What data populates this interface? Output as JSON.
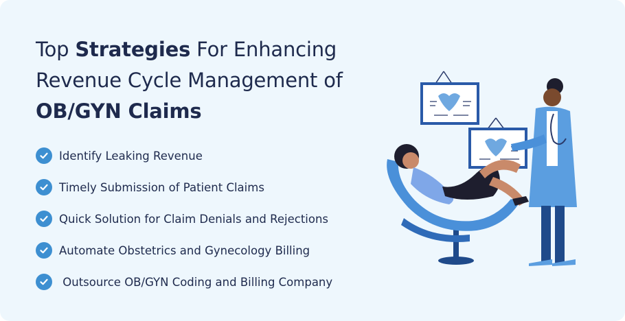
{
  "title": {
    "prefix": "Top ",
    "bold": "Strategies",
    "line1_rest": " For Enhancing",
    "line2": "Revenue Cycle Management of",
    "line3": "OB/GYN Claims"
  },
  "strategies": [
    "Identify Leaking Revenue",
    "Timely Submission of Patient Claims",
    "Quick Solution for Claim Denials and Rejections",
    "Automate Obstetrics and Gynecology Billing",
    " Outsource OB/GYN Coding and Billing Company"
  ],
  "icons": {
    "bullet": "check-circle-icon",
    "illustration": "gynecology-exam-illustration"
  },
  "colors": {
    "background": "#eef7fd",
    "text": "#1e2a4d",
    "accent": "#3d8fd1",
    "chair": "#4a90d9",
    "coat": "#5b9ee0"
  }
}
